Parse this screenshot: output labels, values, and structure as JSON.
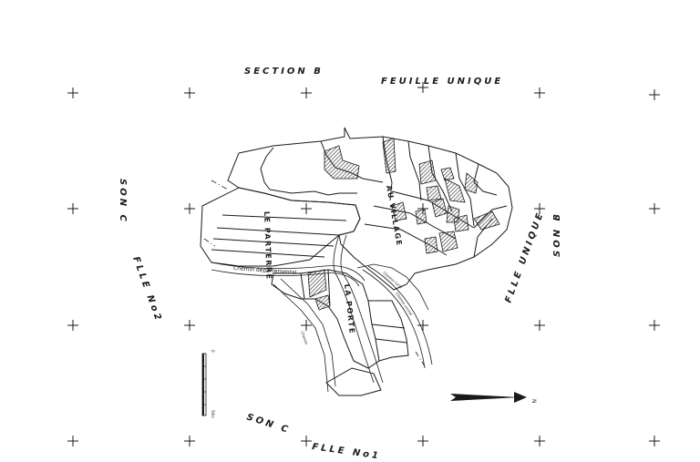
{
  "map": {
    "header_section": "SECTION  B",
    "header_sheet": "FEUILLE  UNIQUE",
    "left_section": "SON C",
    "left_sheet": "FLLE No2",
    "right_section": "SON B",
    "right_sheet": "FLLE UNIQUE",
    "bottom_section": "SON C",
    "bottom_sheet": "FLLE No1",
    "locality_village": "AU VILLAGE",
    "locality_parterre": "LE PARTERRE",
    "locality_porte": "LA PORTE",
    "road_departemental": "Chemin départemental",
    "road_chemin": "Chemin",
    "road_label_2": "Chemin rural",
    "road_label_3": "Chemin vicinal",
    "scale_start": "0",
    "scale_end": "50m",
    "north_letter": "N",
    "colors": {
      "ink": "#1a1a1a",
      "hatch": "#555555",
      "paper": "#ffffff"
    }
  }
}
